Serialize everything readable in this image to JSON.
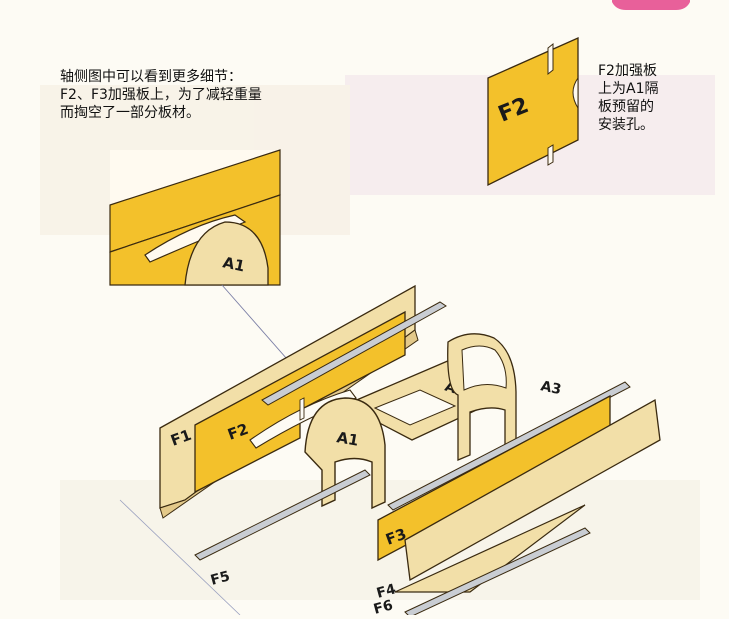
{
  "captions": {
    "main_lines": [
      "轴侧图中可以看到更多细节：",
      "F2、F3加强板上，为了减轻重量",
      "而掏空了一部分板材。"
    ],
    "f2_lines": [
      "F2加强板",
      "上为A1隔",
      "板预留的",
      "安装孔。"
    ]
  },
  "labels": {
    "f2_callout": "F2",
    "a1_detail": "A1",
    "f1": "F1",
    "f2": "F2",
    "a1": "A1",
    "a2": "A2",
    "a3": "A3",
    "f3": "F3",
    "f4": "F4",
    "f5": "F5",
    "f6": "F6"
  },
  "colors": {
    "page_background": "#fdfbf4",
    "plywood": "#f2dfa8",
    "reinforcement_plate": "#f3c12b",
    "stringer": "#c9cdd3",
    "outline": "#3a2a10",
    "tab_marker": "#e8609a"
  }
}
